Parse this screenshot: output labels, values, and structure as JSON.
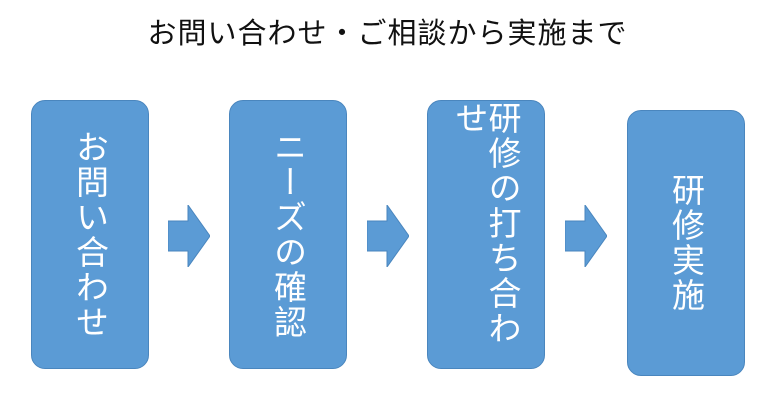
{
  "title": "お問い合わせ・ご相談から実施まで",
  "accent_color": "#5B9BD5",
  "steps": [
    {
      "label": "お問い合わせ"
    },
    {
      "label": "ニーズの確認"
    },
    {
      "label": "研修の打ち合わせ"
    },
    {
      "label": "研修実施"
    }
  ],
  "arrows": [
    {
      "icon": "right-arrow-icon"
    },
    {
      "icon": "right-arrow-icon"
    },
    {
      "icon": "right-arrow-icon"
    }
  ]
}
